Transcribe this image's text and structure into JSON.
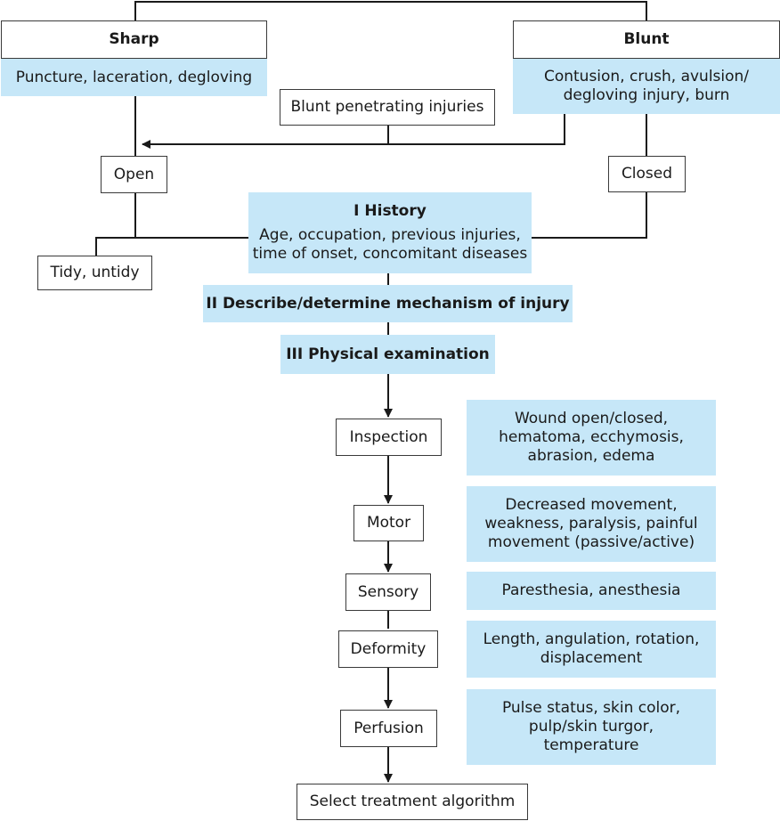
{
  "nodes": {
    "sharp": {
      "label": "Sharp"
    },
    "sharp_types": {
      "label": "Puncture, laceration, degloving"
    },
    "blunt": {
      "label": "Blunt"
    },
    "blunt_types": {
      "label": "Contusion, crush, avulsion/\ndegloving injury, burn"
    },
    "blunt_penetrating": {
      "label": "Blunt penetrating injuries"
    },
    "open": {
      "label": "Open"
    },
    "closed": {
      "label": "Closed"
    },
    "tidy": {
      "label": "Tidy, untidy"
    },
    "history": {
      "title": "I History",
      "detail": "Age, occupation, previous injuries,\ntime of onset, concomitant diseases"
    },
    "mechanism": {
      "label": "II Describe/determine mechanism of injury"
    },
    "physical": {
      "label": "III Physical examination"
    },
    "inspection": {
      "label": "Inspection"
    },
    "inspection_detail": {
      "label": "Wound open/closed,\nhematoma, ecchymosis,\nabrasion, edema"
    },
    "motor": {
      "label": "Motor"
    },
    "motor_detail": {
      "label": "Decreased movement,\nweakness, paralysis, painful\nmovement (passive/active)"
    },
    "sensory": {
      "label": "Sensory"
    },
    "sensory_detail": {
      "label": "Paresthesia, anesthesia"
    },
    "deformity": {
      "label": "Deformity"
    },
    "deformity_detail": {
      "label": "Length, angulation, rotation,\ndisplacement"
    },
    "perfusion": {
      "label": "Perfusion"
    },
    "perfusion_detail": {
      "label": "Pulse status, skin color,\npulp/skin turgor,\ntemperature"
    },
    "treatment": {
      "label": "Select treatment algorithm"
    }
  },
  "colors": {
    "fill": "#c6e7f8",
    "line": "#1a1a1a"
  }
}
